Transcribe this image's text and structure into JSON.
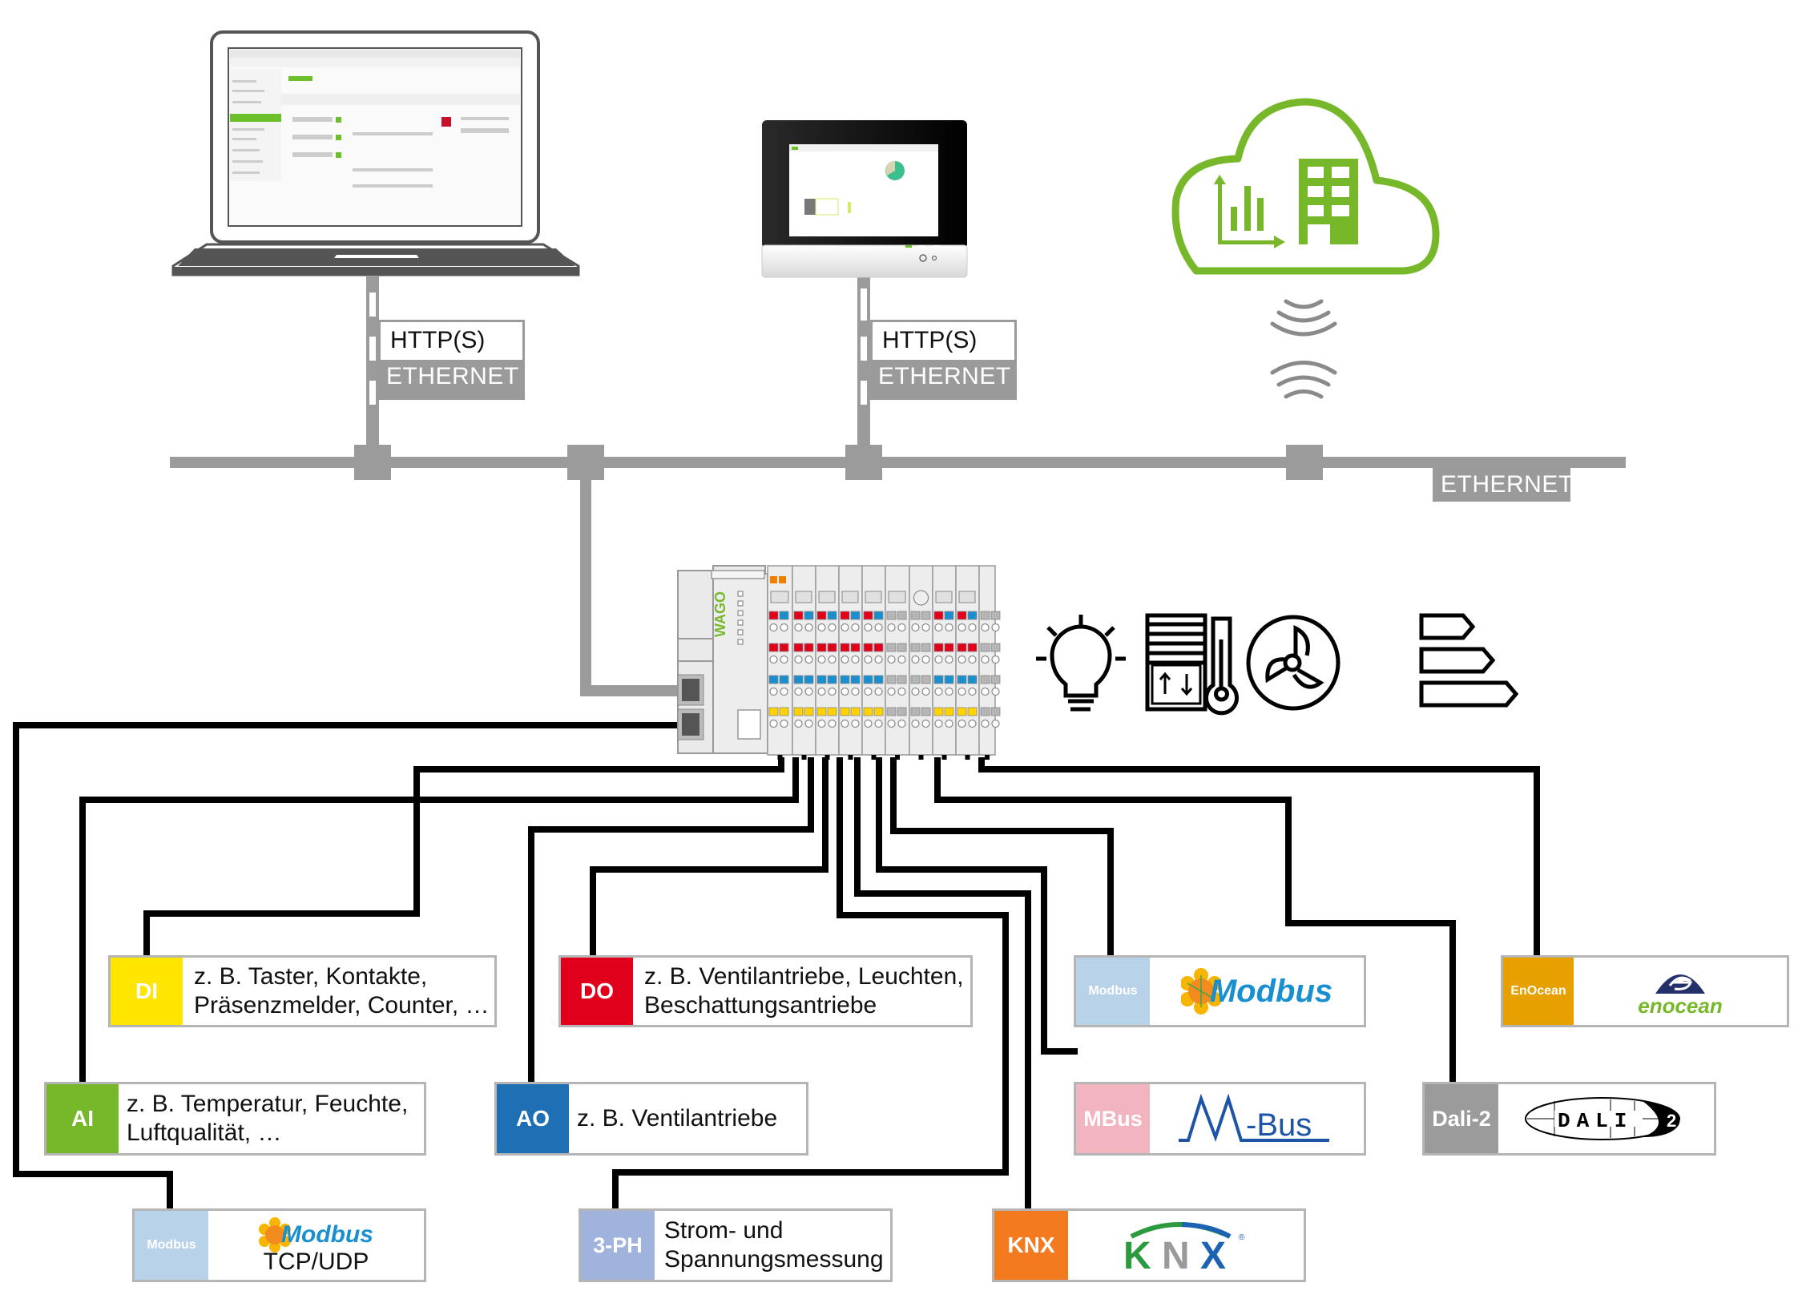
{
  "network": {
    "http_labels": [
      "HTTP(S)",
      "HTTP(S)"
    ],
    "ethernet_labels": [
      "ETHERNET",
      "ETHERNET"
    ],
    "bus_label": "ETHERNET"
  },
  "devices": {
    "laptop": "laptop-web-ui",
    "panel": "touch-panel",
    "cloud": "cloud-building-analytics",
    "controller": {
      "brand": "WAGO"
    }
  },
  "application_icons": [
    "lightbulb-icon",
    "blinds-icon",
    "thermometer-icon",
    "fan-icon",
    "energy-class-icon"
  ],
  "io_boxes": [
    {
      "id": "di",
      "tag": "DI",
      "color": "#ffe500",
      "lines": [
        "z. B. Taster, Kontakte,",
        "Präsenzmelder, Counter, …"
      ]
    },
    {
      "id": "do",
      "tag": "DO",
      "color": "#e0001b",
      "lines": [
        "z. B. Ventilantriebe, Leuchten,",
        "Beschattungsantriebe"
      ]
    },
    {
      "id": "ai",
      "tag": "AI",
      "color": "#76b82a",
      "lines": [
        "z. B. Temperatur, Feuchte,",
        "Luftqualität, …"
      ]
    },
    {
      "id": "ao",
      "tag": "AO",
      "color": "#1f6fb5",
      "lines": [
        "z. B. Ventilantriebe"
      ]
    },
    {
      "id": "3ph",
      "tag": "3-PH",
      "color": "#9fb3dc",
      "lines": [
        "Strom- und",
        "Spannungsmessung"
      ]
    }
  ],
  "protocol_boxes": [
    {
      "id": "modbus",
      "tag": "Modbus",
      "color": "#b8d2ea",
      "logo_text": "Modbus",
      "sub": ""
    },
    {
      "id": "enocean",
      "tag": "EnOcean",
      "color": "#e6a000",
      "logo_text": "enocean",
      "sub": ""
    },
    {
      "id": "mbus",
      "tag": "MBus",
      "color": "#f2b5bf",
      "logo_text": "M-Bus",
      "sub": ""
    },
    {
      "id": "dali",
      "tag": "Dali-2",
      "color": "#9b9b9b",
      "logo_text": "DALI",
      "sub": "2"
    },
    {
      "id": "modbus-tcp",
      "tag": "Modbus",
      "color": "#b8d2ea",
      "logo_text": "Modbus",
      "sub": "TCP/UDP"
    },
    {
      "id": "knx",
      "tag": "KNX",
      "color": "#f47a1f",
      "logo_text": "KNX",
      "sub": ""
    }
  ]
}
